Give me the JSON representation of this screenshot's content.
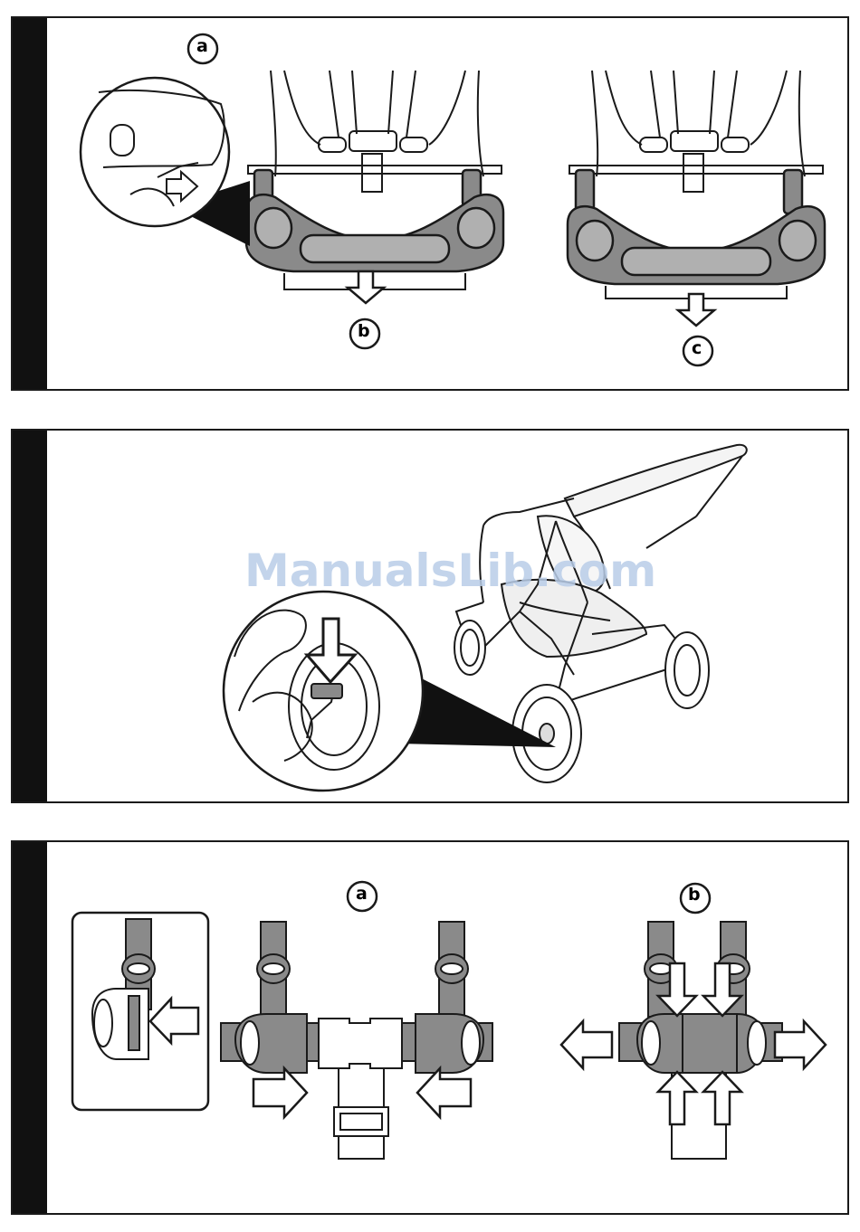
{
  "page": {
    "panels": [
      {
        "id": "step-1",
        "labels": {
          "a": "a",
          "b": "b",
          "c": "c"
        }
      },
      {
        "id": "step-2"
      },
      {
        "id": "step-3",
        "labels": {
          "a": "a",
          "b": "b"
        }
      }
    ],
    "watermark": "ManualsLib.com"
  },
  "colors": {
    "bar": "#111111",
    "gray_part": "#8a8a8a",
    "light_gray": "#b0b0b0",
    "line": "#1a1a1a"
  }
}
